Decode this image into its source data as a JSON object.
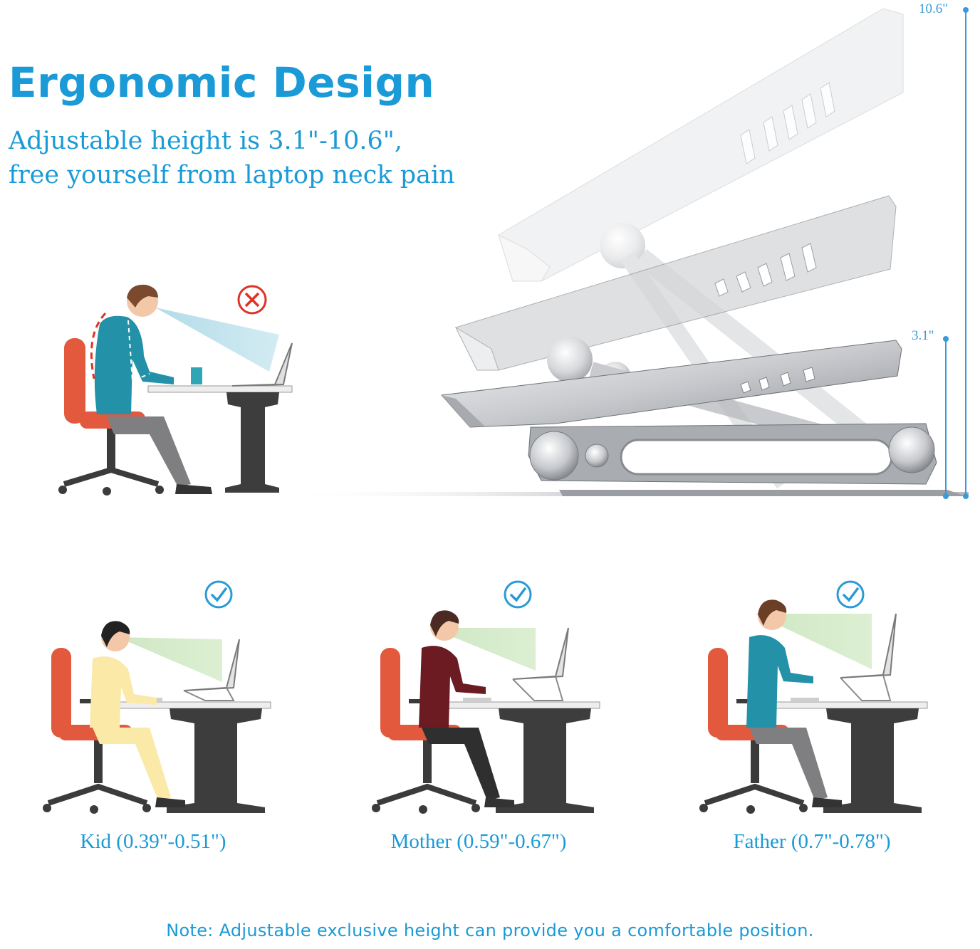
{
  "colors": {
    "accent": "#1a9ad6",
    "bad": "#e03226",
    "good": "#2a9ad6"
  },
  "heading": {
    "title": "Ergonomic Design",
    "subtitle_line1": "Adjustable height is 3.1\"-10.6\",",
    "subtitle_line2": "free yourself from laptop neck pain"
  },
  "dimensions": {
    "max_height": "10.6\"",
    "min_height": "3.1\""
  },
  "captions": {
    "kid": "Kid (0.39\"-0.51\")",
    "mother": "Mother (0.59\"-0.67\")",
    "father": "Father (0.7\"-0.78\")"
  },
  "note": "Note: Adjustable exclusive height can provide you a comfortable position.",
  "icons": {
    "bad_posture": "x-circle-icon",
    "good_posture": "check-circle-icon"
  }
}
